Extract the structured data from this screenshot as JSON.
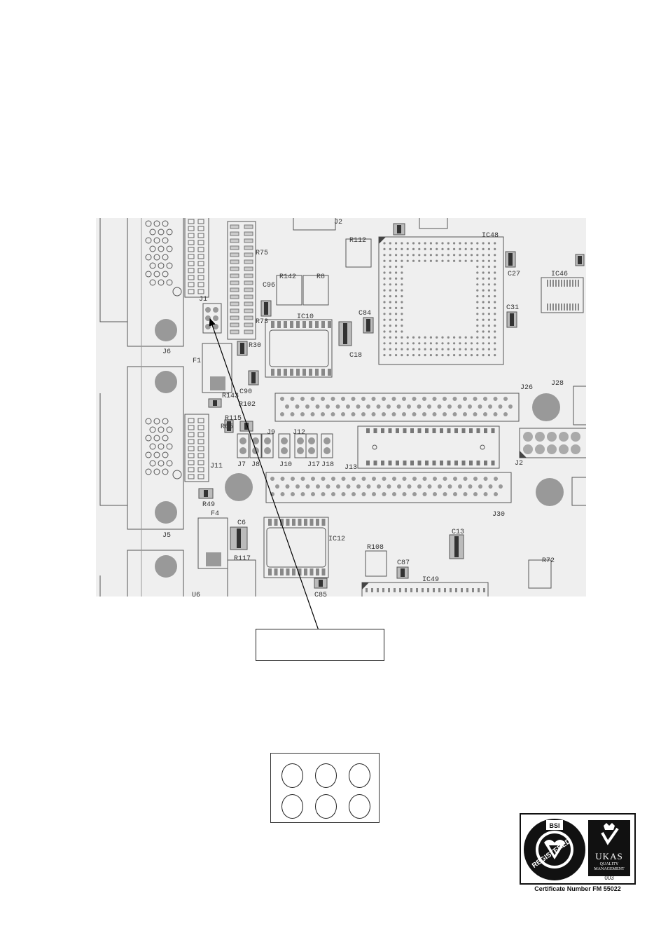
{
  "pcb": {
    "labels": [
      {
        "id": "J2N",
        "text": "J2"
      },
      {
        "id": "R112",
        "text": "R112"
      },
      {
        "id": "IC48",
        "text": "IC48"
      },
      {
        "id": "R75",
        "text": "R75"
      },
      {
        "id": "R142",
        "text": "R142"
      },
      {
        "id": "R8",
        "text": "R8"
      },
      {
        "id": "C27",
        "text": "C27"
      },
      {
        "id": "IC46",
        "text": "IC46"
      },
      {
        "id": "C96",
        "text": "C96"
      },
      {
        "id": "IC10",
        "text": "IC10"
      },
      {
        "id": "C84",
        "text": "C84"
      },
      {
        "id": "C31",
        "text": "C31"
      },
      {
        "id": "R73",
        "text": "R73"
      },
      {
        "id": "R30",
        "text": "R30"
      },
      {
        "id": "C18",
        "text": "C18"
      },
      {
        "id": "J6",
        "text": "J6"
      },
      {
        "id": "F1",
        "text": "F1"
      },
      {
        "id": "C90",
        "text": "C90"
      },
      {
        "id": "J26",
        "text": "J26"
      },
      {
        "id": "J28",
        "text": "J28"
      },
      {
        "id": "R143",
        "text": "R143"
      },
      {
        "id": "R102",
        "text": "R102"
      },
      {
        "id": "R115",
        "text": "R115"
      },
      {
        "id": "R65",
        "text": "R65"
      },
      {
        "id": "J9",
        "text": "J9"
      },
      {
        "id": "J12",
        "text": "J12"
      },
      {
        "id": "J11",
        "text": "J11"
      },
      {
        "id": "J7",
        "text": "J7"
      },
      {
        "id": "J8",
        "text": "J8"
      },
      {
        "id": "J10",
        "text": "J10"
      },
      {
        "id": "J17",
        "text": "J17"
      },
      {
        "id": "J18",
        "text": "J18"
      },
      {
        "id": "J13",
        "text": "J13"
      },
      {
        "id": "J2",
        "text": "J2"
      },
      {
        "id": "R49",
        "text": "R49"
      },
      {
        "id": "J30",
        "text": "J30"
      },
      {
        "id": "J5",
        "text": "J5"
      },
      {
        "id": "F4",
        "text": "F4"
      },
      {
        "id": "C6",
        "text": "C6"
      },
      {
        "id": "IC12",
        "text": "IC12"
      },
      {
        "id": "C13",
        "text": "C13"
      },
      {
        "id": "R108",
        "text": "R108"
      },
      {
        "id": "C87",
        "text": "C87"
      },
      {
        "id": "R72",
        "text": "R72"
      },
      {
        "id": "R117",
        "text": "R117"
      },
      {
        "id": "IC49",
        "text": "IC49"
      },
      {
        "id": "C85",
        "text": "C85"
      },
      {
        "id": "U6",
        "text": "U6"
      },
      {
        "id": "J1",
        "text": "J1"
      }
    ]
  },
  "callout": {
    "text": ""
  },
  "pin_header": {
    "rows": 2,
    "cols": 3
  },
  "certification": {
    "bsi_top": "BSI",
    "bsi_bottom": "REGISTERED",
    "ukas": "UKAS",
    "ukas_sub1": "QUALITY",
    "ukas_sub2": "MANAGEMENT",
    "ukas_number": "003",
    "caption": "Certificate Number FM 55022"
  }
}
